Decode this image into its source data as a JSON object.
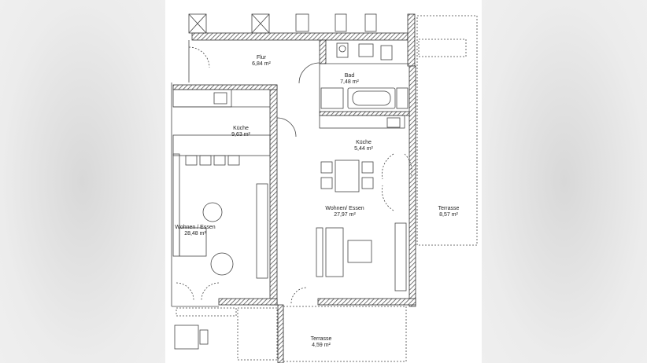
{
  "rooms": [
    {
      "name": "Flur",
      "area": "6,84 m²"
    },
    {
      "name": "Bad",
      "area": "7,48 m²"
    },
    {
      "name": "Küche",
      "area": "9,63 m²"
    },
    {
      "name": "Küche",
      "area": "5,44 m²"
    },
    {
      "name": "Wohnen/ Essen",
      "area": "27,97 m²"
    },
    {
      "name": "Wohnen / Essen",
      "area": "28,48 m²"
    },
    {
      "name": "Terrasse",
      "area": "8,57 m²"
    },
    {
      "name": "Terrasse",
      "area": "4,59 m²"
    }
  ],
  "colors": {
    "wall": "#333333",
    "hatch": "#6d6d6d",
    "line": "#444444",
    "background": "#ffffff"
  }
}
